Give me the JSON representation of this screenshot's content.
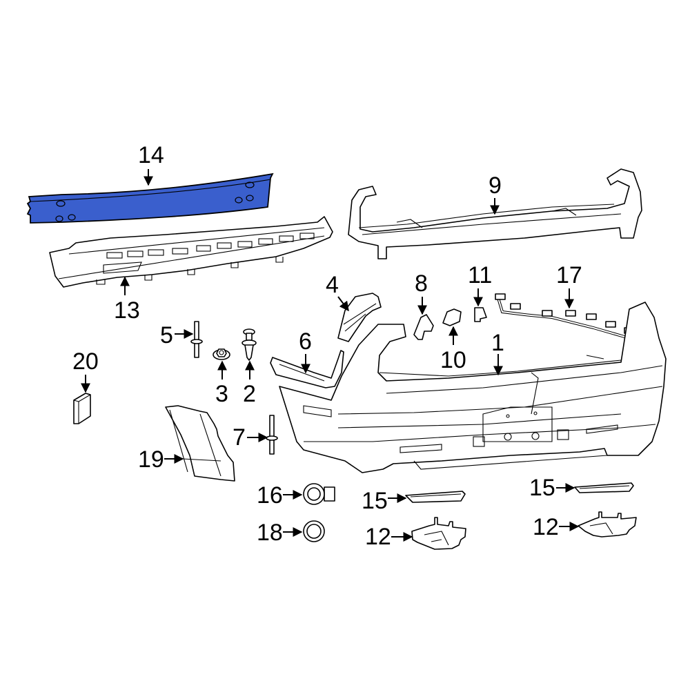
{
  "diagram": {
    "type": "exploded-parts-diagram",
    "subject": "Rear bumper assembly",
    "highlight_color": "#3a5fcd",
    "highlighted_part": "14",
    "callouts": [
      {
        "id": "1",
        "label": "1"
      },
      {
        "id": "2",
        "label": "2"
      },
      {
        "id": "3",
        "label": "3"
      },
      {
        "id": "4",
        "label": "4"
      },
      {
        "id": "5",
        "label": "5"
      },
      {
        "id": "6",
        "label": "6"
      },
      {
        "id": "7",
        "label": "7"
      },
      {
        "id": "8",
        "label": "8"
      },
      {
        "id": "9",
        "label": "9"
      },
      {
        "id": "10",
        "label": "10"
      },
      {
        "id": "11",
        "label": "11"
      },
      {
        "id": "12a",
        "label": "12"
      },
      {
        "id": "12b",
        "label": "12"
      },
      {
        "id": "13",
        "label": "13"
      },
      {
        "id": "14",
        "label": "14"
      },
      {
        "id": "15a",
        "label": "15"
      },
      {
        "id": "15b",
        "label": "15"
      },
      {
        "id": "16",
        "label": "16"
      },
      {
        "id": "17",
        "label": "17"
      },
      {
        "id": "18",
        "label": "18"
      },
      {
        "id": "19",
        "label": "19"
      },
      {
        "id": "20",
        "label": "20"
      }
    ]
  }
}
